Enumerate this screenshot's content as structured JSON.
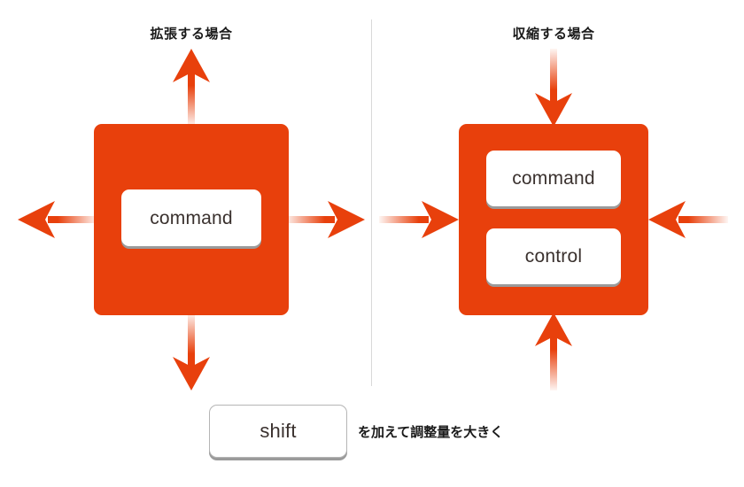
{
  "diagram": {
    "accent_color": "#E8400C",
    "keycap_face_color": "#FFFFFF",
    "keycap_shadow_color": "#9A9A9A",
    "text_color": "#1A1A1A",
    "divider_color": "#D8D8D8",
    "background_color": "#FFFFFF"
  },
  "panels": {
    "left": {
      "heading": "拡張する場合",
      "keys": [
        {
          "label": "command"
        }
      ],
      "arrows": [
        {
          "name": "arrow-up",
          "direction": "up",
          "sense": "outward"
        },
        {
          "name": "arrow-down",
          "direction": "down",
          "sense": "outward"
        },
        {
          "name": "arrow-left",
          "direction": "left",
          "sense": "outward"
        },
        {
          "name": "arrow-right",
          "direction": "right",
          "sense": "outward"
        }
      ]
    },
    "right": {
      "heading": "収縮する場合",
      "keys": [
        {
          "label": "command"
        },
        {
          "label": "control"
        }
      ],
      "arrows": [
        {
          "name": "arrow-up",
          "direction": "down",
          "sense": "inward"
        },
        {
          "name": "arrow-down",
          "direction": "up",
          "sense": "inward"
        },
        {
          "name": "arrow-left",
          "direction": "right",
          "sense": "inward"
        },
        {
          "name": "arrow-right",
          "direction": "left",
          "sense": "inward"
        }
      ]
    }
  },
  "footer": {
    "key_label": "shift",
    "caption": "を加えて調整量を大きく"
  }
}
